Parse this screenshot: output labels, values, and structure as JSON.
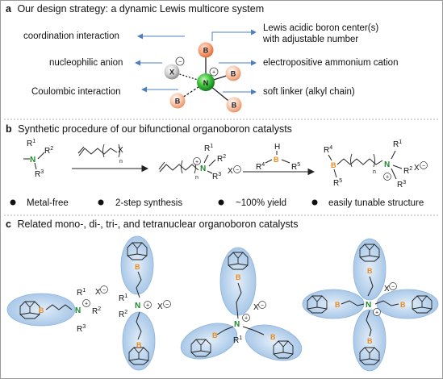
{
  "panel_a": {
    "letter": "a",
    "title": "Our design strategy: a dynamic Lewis multicore system",
    "left_labels": [
      "coordination interaction",
      "nucleophilic anion",
      "Coulombic interaction"
    ],
    "right_labels": [
      "Lewis acidic boron center(s)",
      "with adjustable number",
      "electropositive ammonium cation",
      "soft linker (alkyl chain)"
    ],
    "ball_x": "X",
    "ball_n": "N",
    "ball_b": "B",
    "minus": "−",
    "plus": "+"
  },
  "panel_b": {
    "letter": "b",
    "title": "Synthetic procedure of our bifunctional organoboron catalysts",
    "bullets": [
      "Metal-free",
      "2-step synthesis",
      "~100% yield",
      "easily tunable structure"
    ],
    "n": "N",
    "b": "B",
    "h": "H",
    "x": "X",
    "sub_n": "n",
    "r1": "R",
    "s1": "1",
    "r2": "R",
    "s2": "2",
    "r3": "R",
    "s3": "3",
    "r4": "R",
    "s4": "4",
    "r5": "R",
    "s5": "5"
  },
  "panel_c": {
    "letter": "c",
    "title": "Related mono-, di-, tri-, and tetranuclear organoboron catalysts",
    "b": "B",
    "n": "N",
    "x": "X",
    "r": "R",
    "s1": "1",
    "s2": "2",
    "s3": "3"
  },
  "colors": {
    "boron": "#f08a1c",
    "nitrogen": "#1a8a2a",
    "arrow": "#4a7fc0",
    "glow": "#bcd6ee",
    "divider": "#b0b0b0"
  }
}
